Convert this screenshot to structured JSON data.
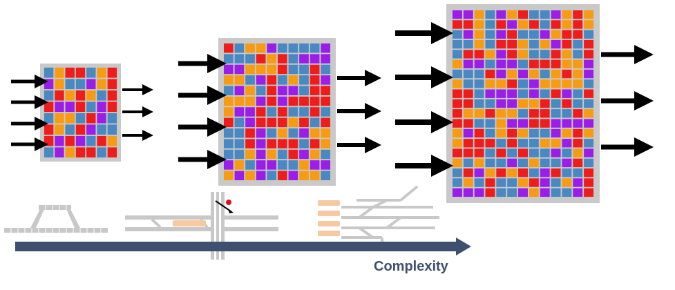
{
  "axis": {
    "label": "Complexity",
    "color": "#3f4f6e"
  },
  "palette": {
    "cell_colors": [
      "#ef1c1c",
      "#4a88c2",
      "#f79c12",
      "#9b1ee8"
    ],
    "frame_color": "#c9c9c9",
    "arrow_color": "#000000",
    "track_color": "#c8c8c8",
    "car_color": "#f6c9a0"
  },
  "grids": [
    {
      "name": "small",
      "rows": 8,
      "cols": 7,
      "inputs": 4,
      "outputs": 3
    },
    {
      "name": "medium",
      "rows": 13,
      "cols": 10,
      "inputs": 4,
      "outputs": 3
    },
    {
      "name": "large",
      "rows": 19,
      "cols": 13,
      "inputs": 4,
      "outputs": 3
    }
  ]
}
